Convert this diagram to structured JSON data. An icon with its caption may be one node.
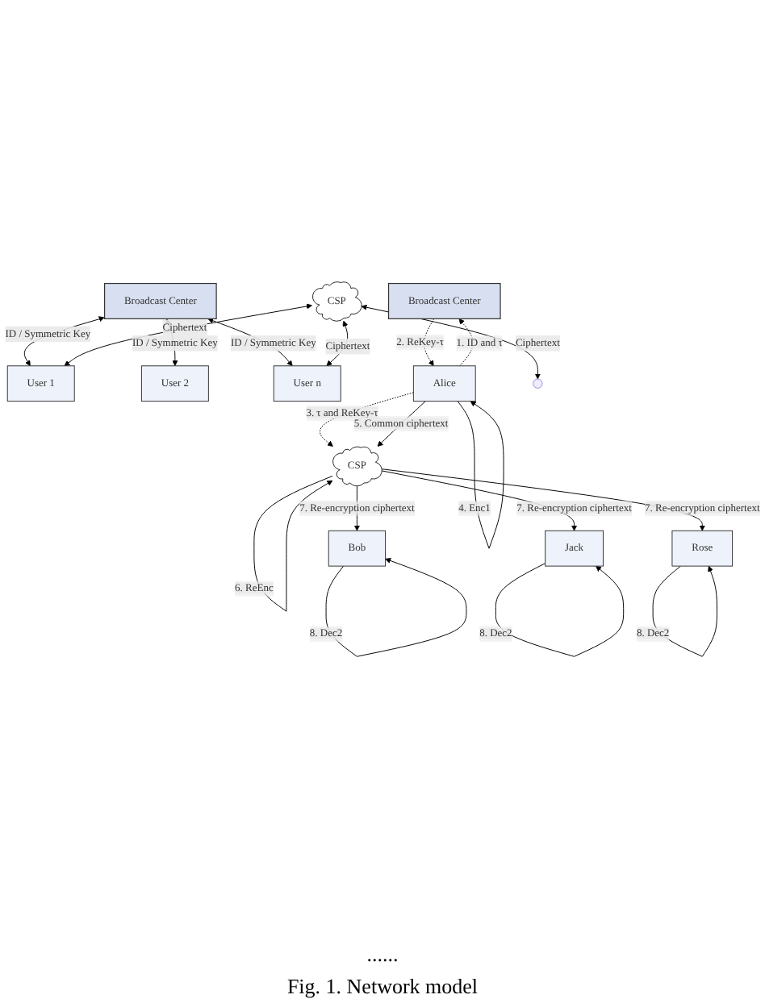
{
  "diagram": {
    "caption": "Fig. 1. Network model",
    "nodes": [
      {
        "text": [
          "Broadcast Center"
        ]
      },
      {
        "text": [
          "CSP"
        ]
      },
      {
        "text": [
          "User 1"
        ]
      },
      {
        "text": [
          "User 2"
        ]
      },
      {
        "text": [
          "User n"
        ]
      },
      {
        "text": [
          "Broadcast Center"
        ]
      },
      {
        "text": [
          "CSP"
        ]
      },
      {
        "text": [
          "Alice"
        ]
      },
      {
        "text": [
          "Bob"
        ]
      },
      {
        "text": [
          "Jack"
        ]
      },
      {
        "text": [
          "Rose"
        ]
      }
    ],
    "edges": [
      {
        "from": 0,
        "to": 2,
        "arrow": "both",
        "label": "ID / Symmetric Key"
      },
      {
        "from": 1,
        "to": 2,
        "arrow": "both",
        "label": "Ciphertext"
      },
      {
        "from": 0,
        "to": 3,
        "arrow": "both",
        "label": "ID / Symmetric Key"
      },
      {
        "from": 1,
        "to": null,
        "arrow": "both",
        "label": "Ciphertext"
      },
      {
        "from": 0,
        "to": 4,
        "arrow": "both",
        "label": "ID / Symmetric Key"
      },
      {
        "from": 1,
        "to": 4,
        "arrow": "both",
        "label": "Ciphertext"
      },
      {
        "from": 7,
        "to": 5,
        "arrow": "to",
        "label": "1.  ID and τ",
        "style": "dashed"
      },
      {
        "from": 5,
        "to": 7,
        "arrow": "to",
        "label": "2.  ReKey-τ",
        "style": "dashed"
      },
      {
        "from": 7,
        "to": 6,
        "arrow": "to",
        "label": "3.  τ and ReKey-τ",
        "style": "dashed"
      },
      {
        "from": 7,
        "to": 7,
        "arrow": "to",
        "label": "4. Enc1"
      },
      {
        "from": 7,
        "to": 6,
        "arrow": "to",
        "label": "5. Common ciphertext"
      },
      {
        "from": 6,
        "to": 6,
        "arrow": "to",
        "label": "6. ReEnc"
      },
      {
        "from": 6,
        "to": 8,
        "arrow": "to",
        "label": "7. Re-encryption ciphertext"
      },
      {
        "from": 6,
        "to": 9,
        "arrow": "to",
        "label": "7. Re-encryption ciphertext"
      },
      {
        "from": 6,
        "to": 10,
        "arrow": "to",
        "label": "7. Re-encryption ciphertext"
      },
      {
        "from": 8,
        "to": 8,
        "arrow": "to",
        "label": "8. Dec2"
      },
      {
        "from": 9,
        "to": 9,
        "arrow": "to",
        "label": "8. Dec2"
      },
      {
        "from": 10,
        "to": 10,
        "arrow": "to",
        "label": "8. Dec2"
      }
    ],
    "labels": [
      "......"
    ]
  }
}
